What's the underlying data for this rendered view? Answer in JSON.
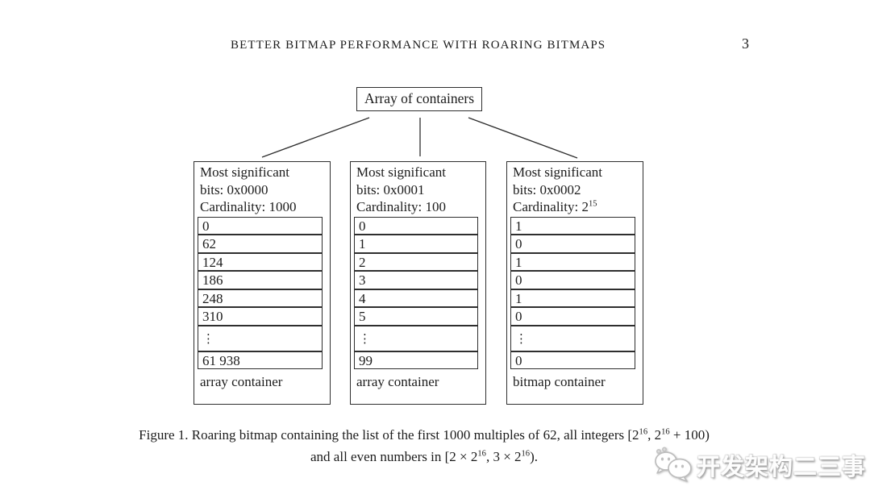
{
  "colors": {
    "ink": "#1c1c1c",
    "line": "#2e2e2e",
    "watermark_shadow": "#a0a0a0"
  },
  "header": {
    "title": "BETTER BITMAP PERFORMANCE WITH ROARING BITMAPS",
    "page_number": "3"
  },
  "diagram": {
    "root_box_label": "Array of containers",
    "containers": [
      {
        "line1": "Most significant",
        "line2": "bits: 0x0000",
        "cardinality": [
          {
            "text": "Cardinality: 1000"
          }
        ],
        "rows": [
          "0",
          "62",
          "124",
          "186",
          "248",
          "310",
          "⋮",
          "61 938"
        ],
        "label": "array container"
      },
      {
        "line1": "Most significant",
        "line2": "bits: 0x0001",
        "cardinality": [
          {
            "text": "Cardinality: 100"
          }
        ],
        "rows": [
          "0",
          "1",
          "2",
          "3",
          "4",
          "5",
          "⋮",
          "99"
        ],
        "label": "array container"
      },
      {
        "line1": "Most significant",
        "line2": "bits: 0x0002",
        "cardinality": [
          {
            "text": "Cardinality: 2"
          },
          {
            "text": "15",
            "sup": true
          }
        ],
        "rows": [
          "1",
          "0",
          "1",
          "0",
          "1",
          "0",
          "⋮",
          "0"
        ],
        "label": "bitmap container"
      }
    ]
  },
  "caption": {
    "line1": [
      {
        "text": "Figure 1. Roaring bitmap containing the list of the first 1000 multiples of 62, all integers [2"
      },
      {
        "text": "16",
        "sup": true
      },
      {
        "text": ", 2"
      },
      {
        "text": "16",
        "sup": true
      },
      {
        "text": " + 100)"
      }
    ],
    "line2": [
      {
        "text": "and all even numbers in [2 × 2"
      },
      {
        "text": "16",
        "sup": true
      },
      {
        "text": ", 3 × 2"
      },
      {
        "text": "16",
        "sup": true
      },
      {
        "text": ")."
      }
    ]
  },
  "watermark": {
    "text": "开发架构二三事",
    "icon": "chat-bubbles-icon"
  }
}
